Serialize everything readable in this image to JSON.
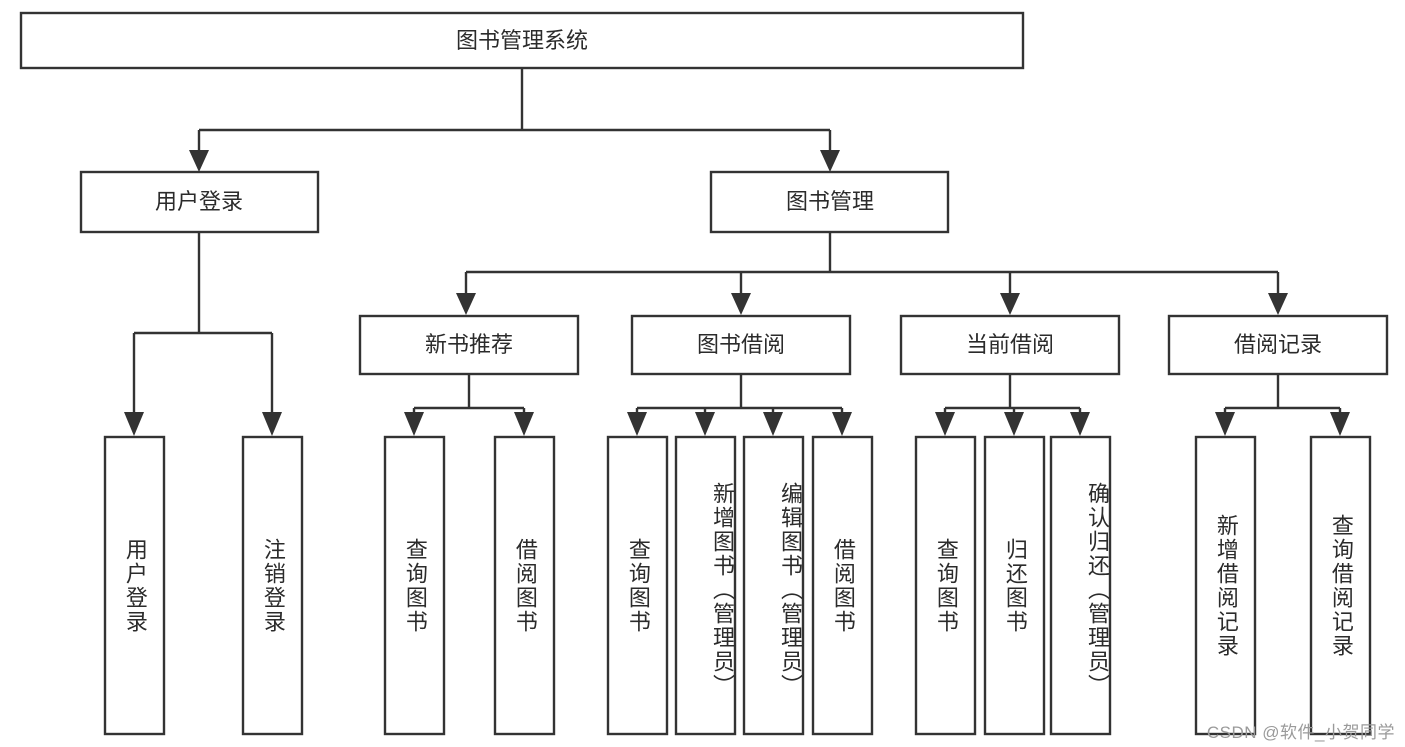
{
  "diagram": {
    "title": "图书管理系统",
    "type": "tree",
    "orientation": "top-down",
    "colors": {
      "box_stroke": "#333333",
      "box_fill": "#ffffff",
      "text": "#2b2b2b",
      "watermark": "#9a9a9a",
      "background": "#ffffff"
    },
    "levels": [
      {
        "level": 1,
        "nodes": [
          {
            "id": "root",
            "label": "图书管理系统",
            "orientation": "horizontal"
          }
        ]
      },
      {
        "level": 2,
        "nodes": [
          {
            "id": "login",
            "label": "用户登录",
            "orientation": "horizontal",
            "parent": "root"
          },
          {
            "id": "bookmgmt",
            "label": "图书管理",
            "orientation": "horizontal",
            "parent": "root"
          }
        ]
      },
      {
        "level": 3,
        "nodes": [
          {
            "id": "newbook",
            "label": "新书推荐",
            "orientation": "horizontal",
            "parent": "bookmgmt"
          },
          {
            "id": "borrow",
            "label": "图书借阅",
            "orientation": "horizontal",
            "parent": "bookmgmt"
          },
          {
            "id": "current",
            "label": "当前借阅",
            "orientation": "horizontal",
            "parent": "bookmgmt"
          },
          {
            "id": "records",
            "label": "借阅记录",
            "orientation": "horizontal",
            "parent": "bookmgmt"
          }
        ]
      },
      {
        "level": 4,
        "nodes": [
          {
            "id": "leaf1",
            "label": "用户登录",
            "orientation": "vertical",
            "parent": "login"
          },
          {
            "id": "leaf2",
            "label": "注销登录",
            "orientation": "vertical",
            "parent": "login"
          },
          {
            "id": "leaf3",
            "label": "查询图书",
            "orientation": "vertical",
            "parent": "newbook"
          },
          {
            "id": "leaf4",
            "label": "借阅图书",
            "orientation": "vertical",
            "parent": "newbook"
          },
          {
            "id": "leaf5",
            "label": "查询图书",
            "orientation": "vertical",
            "parent": "borrow"
          },
          {
            "id": "leaf6",
            "label": "新增图书（管理员）",
            "orientation": "vertical",
            "parent": "borrow"
          },
          {
            "id": "leaf7",
            "label": "编辑图书（管理员）",
            "orientation": "vertical",
            "parent": "borrow"
          },
          {
            "id": "leaf8",
            "label": "借阅图书",
            "orientation": "vertical",
            "parent": "borrow"
          },
          {
            "id": "leaf9",
            "label": "查询图书",
            "orientation": "vertical",
            "parent": "current"
          },
          {
            "id": "leaf10",
            "label": "归还图书",
            "orientation": "vertical",
            "parent": "current"
          },
          {
            "id": "leaf11",
            "label": "确认归还（管理员）",
            "orientation": "vertical",
            "parent": "current"
          },
          {
            "id": "leaf12",
            "label": "新增借阅记录",
            "orientation": "vertical",
            "parent": "records"
          },
          {
            "id": "leaf13",
            "label": "查询借阅记录",
            "orientation": "vertical",
            "parent": "records"
          }
        ]
      }
    ]
  },
  "watermark": {
    "text": "CSDN @软件_小贺同学"
  }
}
